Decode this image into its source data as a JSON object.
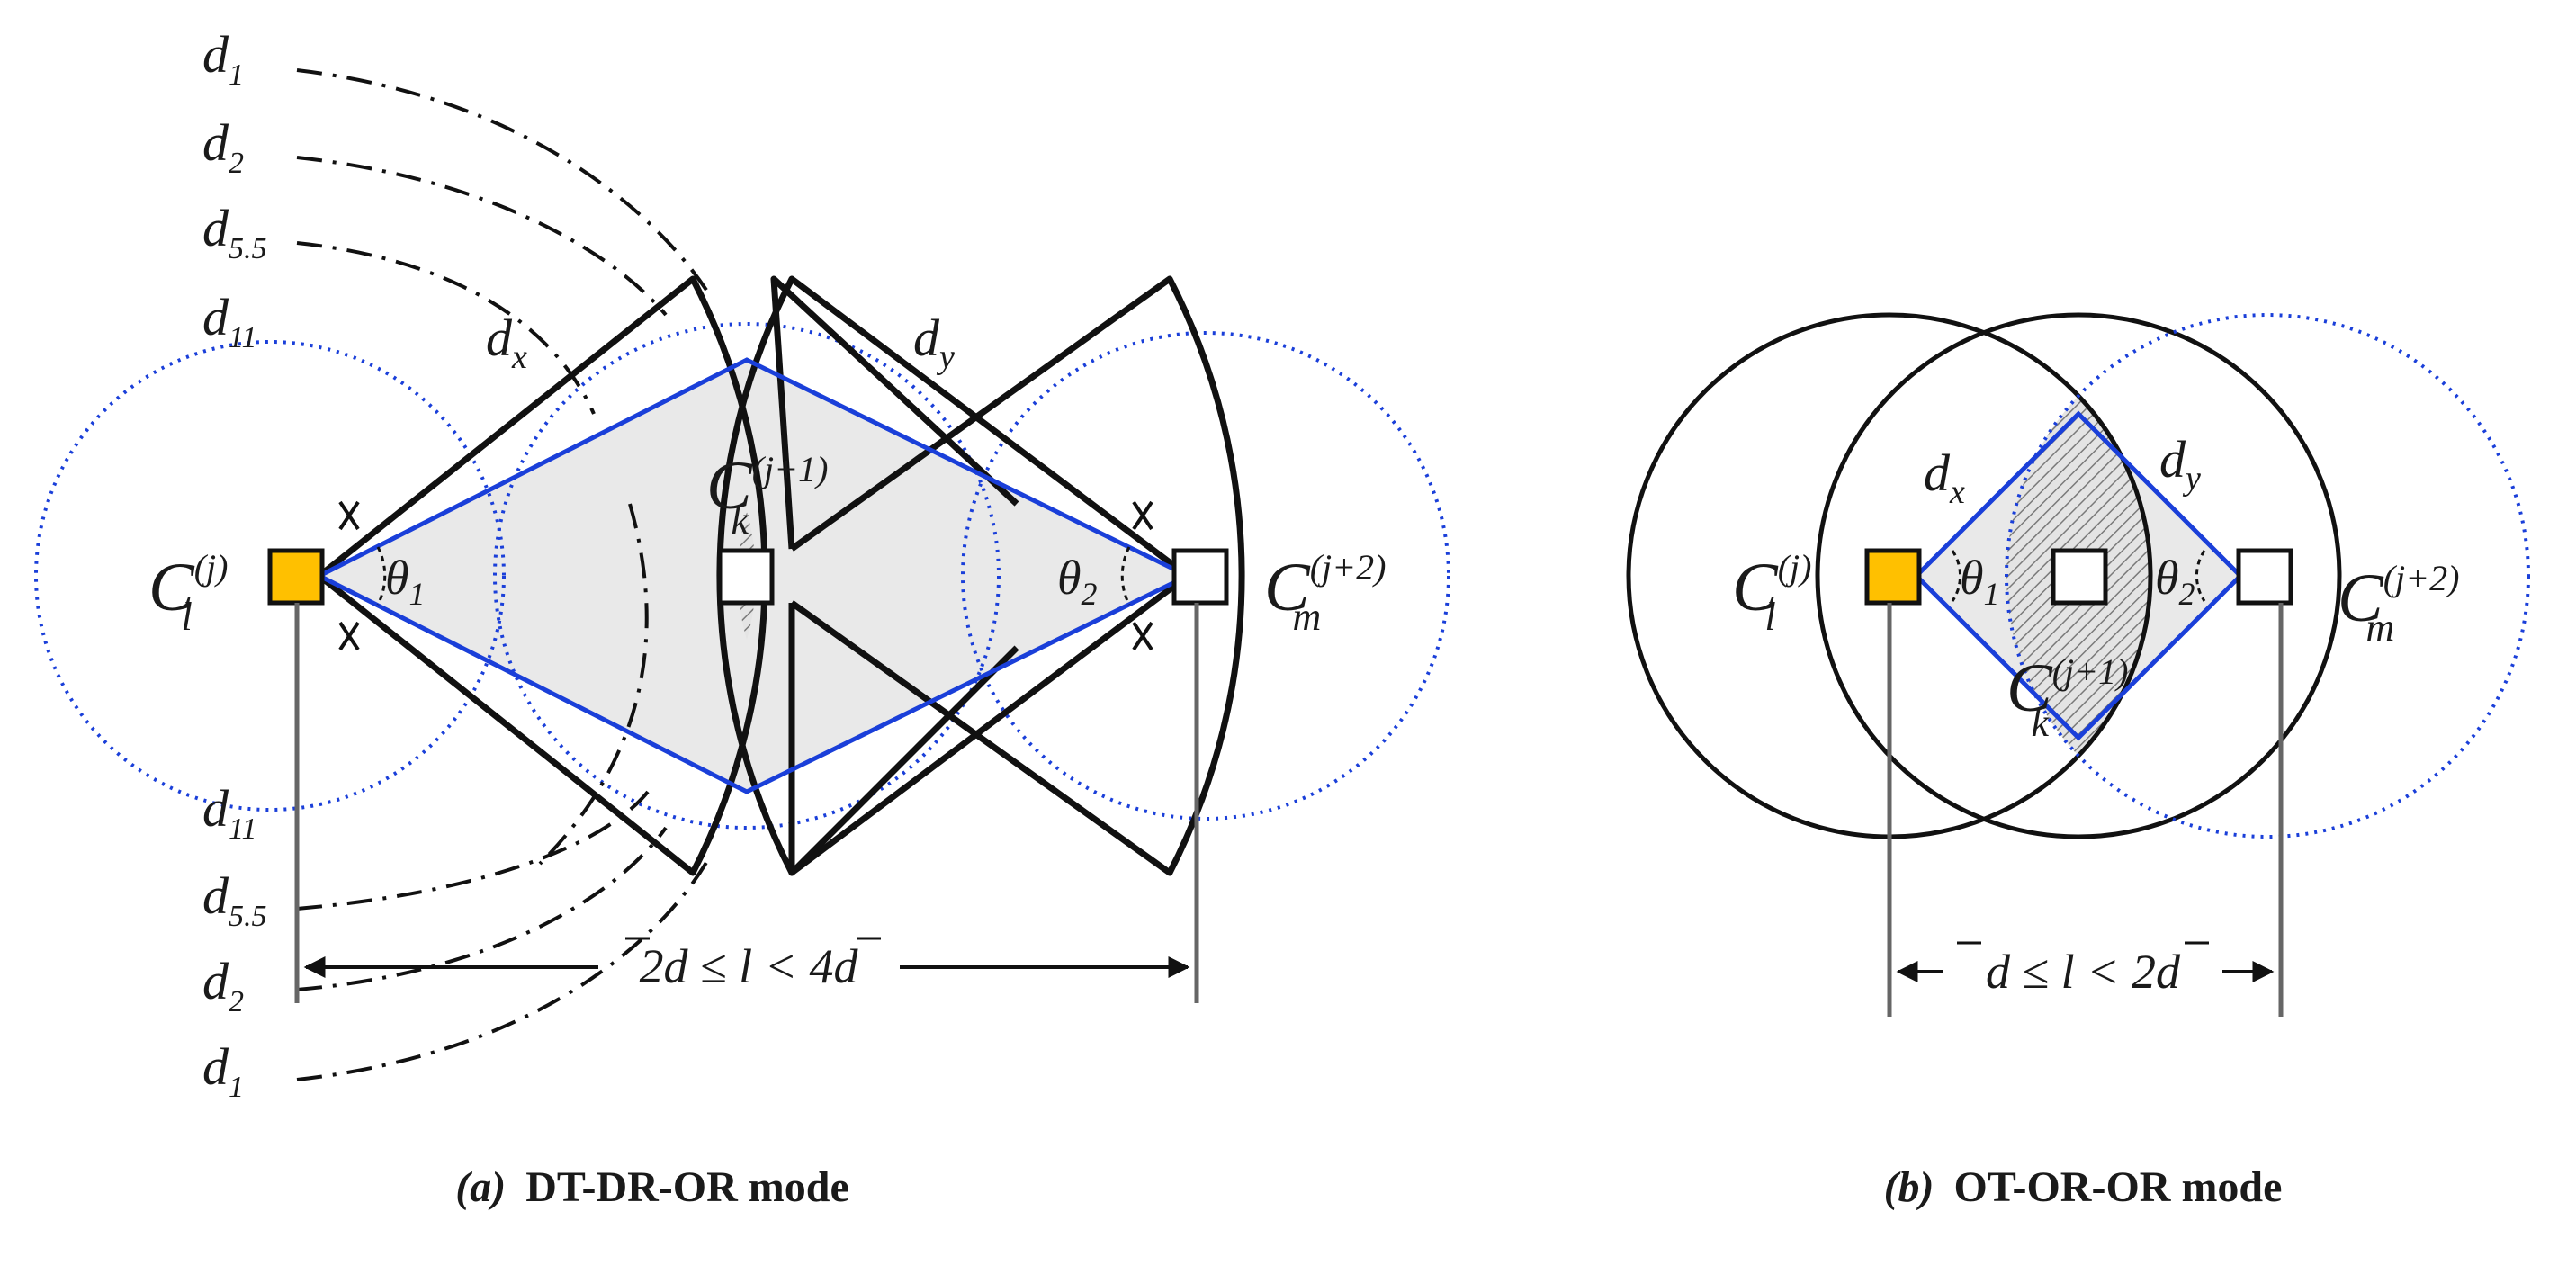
{
  "colors": {
    "line": "#111111",
    "blue": "#1a3fd9",
    "gold": "#ffc000",
    "shade": "#e9e9e9",
    "gray": "#666666"
  },
  "panel_a": {
    "left_distance_labels": [
      {
        "id": "d1_top",
        "base": "d",
        "sub": "1"
      },
      {
        "id": "d2_top",
        "base": "d",
        "sub": "2"
      },
      {
        "id": "d55_top",
        "base": "d",
        "sub": "5.5"
      },
      {
        "id": "d11_top",
        "base": "d",
        "sub": "11"
      },
      {
        "id": "d11_bottom",
        "base": "d",
        "sub": "11"
      },
      {
        "id": "d55_bottom",
        "base": "d",
        "sub": "5.5"
      },
      {
        "id": "d2_bottom",
        "base": "d",
        "sub": "2"
      },
      {
        "id": "d1_bottom",
        "base": "d",
        "sub": "1"
      }
    ],
    "dx": {
      "base": "d",
      "sub": "x"
    },
    "dy": {
      "base": "d",
      "sub": "y"
    },
    "theta1": {
      "base": "θ",
      "sub": "1"
    },
    "theta2": {
      "base": "θ",
      "sub": "2"
    },
    "node_left": {
      "base": "C",
      "sub": "l",
      "sup": "(j)"
    },
    "node_mid": {
      "base": "C",
      "sub": "k",
      "sup": "(j+1)"
    },
    "node_right": {
      "base": "C",
      "sub": "m",
      "sup": "(j+2)"
    },
    "range_text": "2d ≤ l < 4d",
    "caption_tag": "(a)",
    "caption_text": "DT-DR-OR mode"
  },
  "panel_b": {
    "dx": {
      "base": "d",
      "sub": "x"
    },
    "dy": {
      "base": "d",
      "sub": "y"
    },
    "theta1": {
      "base": "θ",
      "sub": "1"
    },
    "theta2": {
      "base": "θ",
      "sub": "2"
    },
    "node_left": {
      "base": "C",
      "sub": "l",
      "sup": "(j)"
    },
    "node_mid": {
      "base": "C",
      "sub": "k",
      "sup": "(j+1)"
    },
    "node_right": {
      "base": "C",
      "sub": "m",
      "sup": "(j+2)"
    },
    "range_text": "d ≤ l < 2d",
    "caption_tag": "(b)",
    "caption_text": "OT-OR-OR mode"
  }
}
